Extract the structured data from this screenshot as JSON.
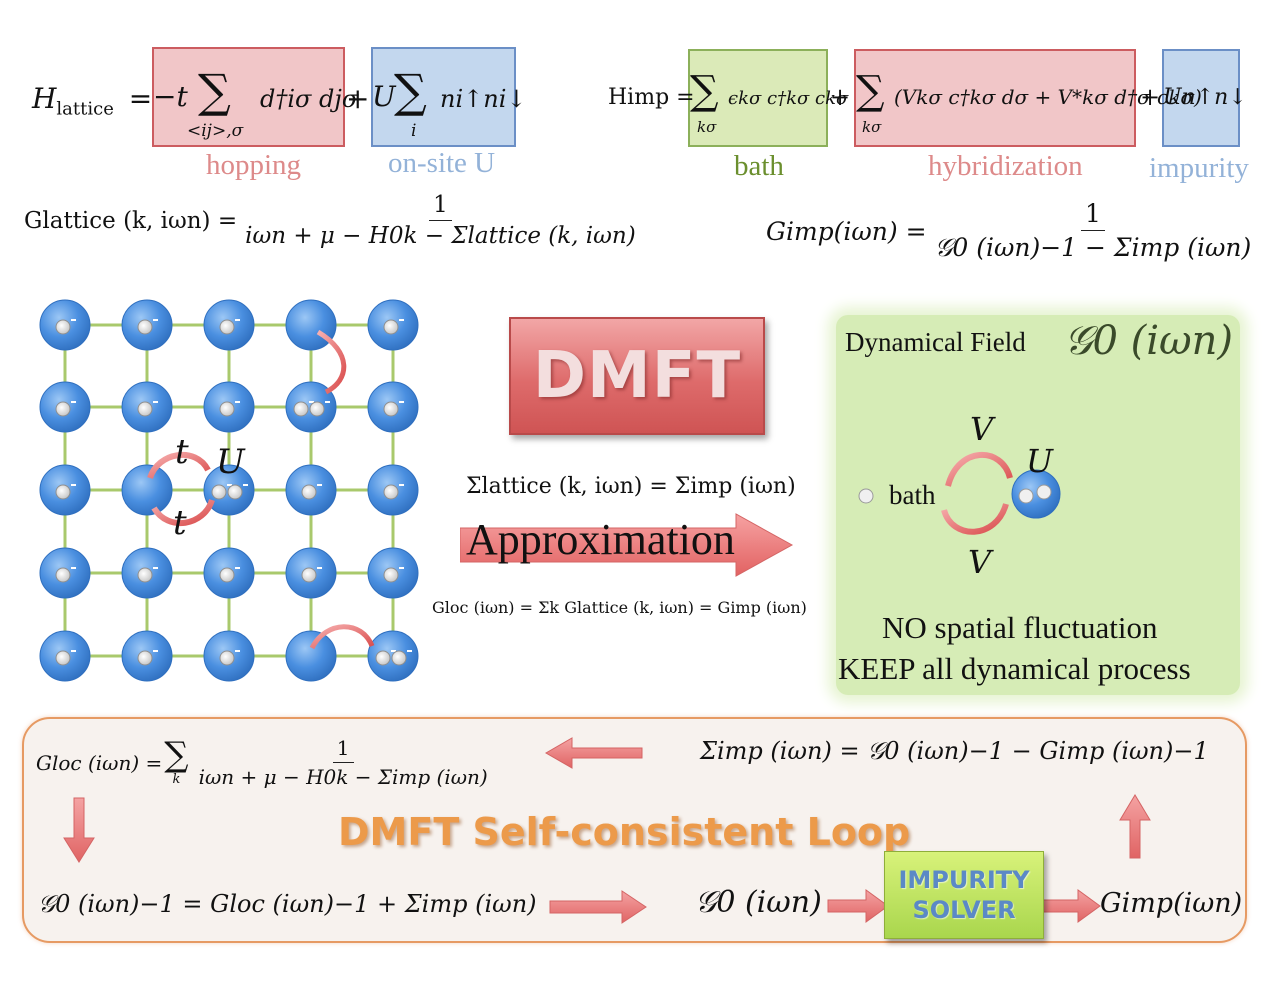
{
  "top_left": {
    "h_lattice_lhs": "H",
    "h_lattice_sub": "lattice",
    "hop_term": "−t",
    "hop_sum_sub": "<ij>,σ",
    "hop_operator": "d†iσ djσ",
    "onsite_U": "U",
    "onsite_sum_sub": "i",
    "onsite_operator": "ni↑ni↓",
    "caption_hopping": "hopping",
    "caption_onsite": "on-site U",
    "g_lattice_lhs": "Glattice (k, iωn) =",
    "g_lattice_num": "1",
    "g_lattice_den": "iωn + μ − H0k − Σlattice (k, iωn)"
  },
  "top_right": {
    "h_imp_lhs": "Himp =",
    "bath_term": "ϵkσ c†kσ ckσ",
    "bath_sum_sub": "kσ",
    "hyb_term": "(Vkσ c†kσ dσ + V*kσ d†σ ckσ)",
    "hyb_sum_sub": "kσ",
    "imp_term": "Un↑n↓",
    "caption_bath": "bath",
    "caption_hybridization": "hybridization",
    "caption_impurity": "impurity",
    "g_imp_lhs": "Gimp(iωn) =",
    "g_imp_num": "1",
    "g_imp_den": "𝒢0 (iωn)−1 − Σimp (iωn)"
  },
  "lattice": {
    "t_label_top": "t",
    "t_label_bottom": "t",
    "u_label": "U",
    "electron_symbol": "e−"
  },
  "middle": {
    "dmft_label": "DMFT",
    "sigma_equation": "Σlattice (k, iωn) = Σimp (iωn)",
    "approximation_label": "Approximation",
    "gloc_equation": "Gloc (iωn) = Σk Glattice (k, iωn) = Gimp (iωn)"
  },
  "green_panel": {
    "title": "Dynamical Field",
    "field_symbol": "𝒢0 (iωn)",
    "v_top": "V",
    "v_bottom": "V",
    "u_label": "U",
    "bath_label": "bath",
    "line1": "NO spatial fluctuation",
    "line2": "KEEP all dynamical process"
  },
  "loop": {
    "title": "DMFT Self-consistent Loop",
    "gloc_lhs": "Gloc (iωn) =",
    "gloc_sum_sub": "k",
    "gloc_num": "1",
    "gloc_den": "iωn + μ − H0k − Σimp (iωn)",
    "sigma_imp_eq": "Σimp (iωn) = 𝒢0 (iωn)−1 − Gimp (iωn)−1",
    "g0_eq": "𝒢0 (iωn)−1 = Gloc (iωn)−1 + Σimp (iωn)",
    "g0_symbol": "𝒢0 (iωn)",
    "solver_line1": "IMPURITY",
    "solver_line2": "SOLVER",
    "g_imp_out": "Gimp(iωn)"
  },
  "colors": {
    "red_box": "#f1c6c8",
    "blue_box": "#c3d7ee",
    "green_box": "#dbeab8",
    "arrow_red": "#e87070",
    "lattice_line": "#a9c96c",
    "atom_blue": "#4a8fe0",
    "loop_border": "#e69a63"
  }
}
